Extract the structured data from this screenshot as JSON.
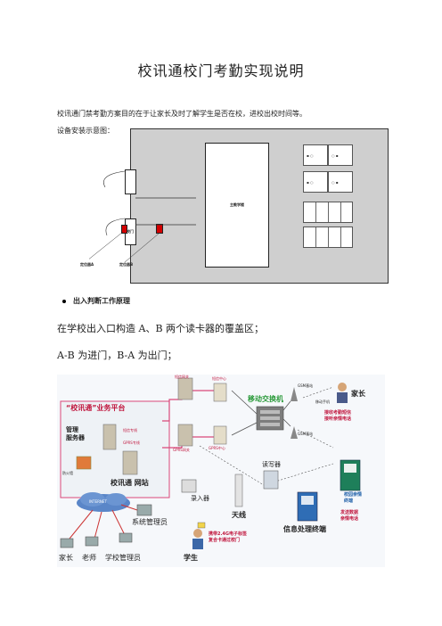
{
  "title": "校讯通校门考勤实现说明",
  "intro": "校讯通门禁考勤方案目的在于让家长及时了解学生是否在校，进校出校时间等。",
  "install_caption": "设备安装示意图：",
  "plan": {
    "building_label": "主教学楼",
    "gate_label": "校门",
    "reader_left_label": "定位器A",
    "reader_right_label": "定位器B"
  },
  "section_heading": "出入判断工作原理",
  "para_coverage": "在学校出入口构造 A、B 两个读卡器的覆盖区；",
  "para_direction": "A-B 为进门，B-A 为出门；",
  "system": {
    "platform_title": "“校讯通”业务平台",
    "mgmt_server": "管理\n服务器",
    "firewall": "防火墙",
    "line_sms": "短信专线",
    "line_gprs": "GPRS专线",
    "website": "校讯通 网站",
    "sms_gateway": "短信网关",
    "sms_center": "短信中心",
    "gprs_gateway": "GPRS网关",
    "gprs_center": "GPRS中心",
    "mobile_switch": "移动交换机",
    "gsm_station_1": "GSM基站",
    "gsm_station_2": "GSM基站",
    "mobile_phone": "移动手机",
    "parent_label": "家长",
    "parent_desc": "接收考勤短信\n接听亲情电话",
    "internet": "INTERNET",
    "recorder": "录入器",
    "sys_admin": "系统管理员",
    "reader": "读写器",
    "antenna": "天线",
    "info_terminal": "信息处理终端",
    "phone_terminal": "校园亲情\n终端",
    "phone_desc": "发送数据\n亲情电话",
    "tag_desc": "携带2.4G电子标签\n复合卡通过校门",
    "student": "学生",
    "bottom_parent": "家长",
    "bottom_teacher": "老师",
    "bottom_admin": "学校管理员"
  }
}
